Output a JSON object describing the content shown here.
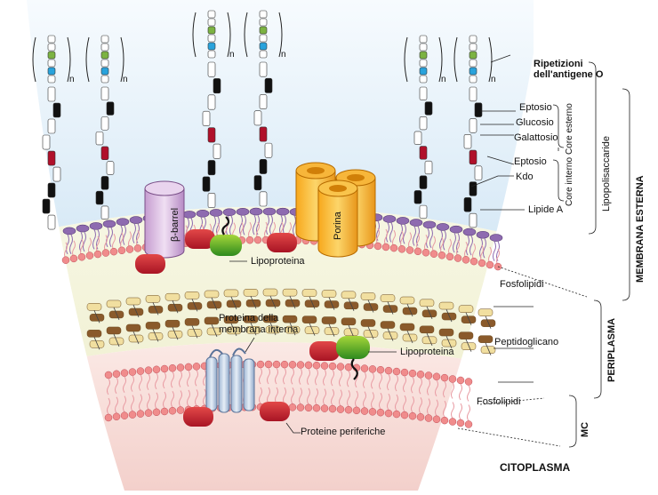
{
  "labels": {
    "o_antigen_repeats": "Ripetizioni dell'antigene O",
    "heptose_outer": "Eptosio",
    "glucose": "Glucosio",
    "galactose": "Galattosio",
    "heptose_inner": "Eptosio",
    "kdo": "Kdo",
    "lipid_a": "Lipide A",
    "outer_core": "Core esterno",
    "inner_core": "Core interno",
    "lipopolysaccharide": "Lipopolisaccaride",
    "outer_membrane": "MEMBRANA ESTERNA",
    "beta_barrel": "β-barrel",
    "porin": "Porina",
    "lipoprotein_outer": "Lipoproteina",
    "phospholipids_outer": "Fosfolipidi",
    "peptidoglycan": "Peptidoglicano",
    "periplasm": "PERIPLASMA",
    "inner_membrane_protein": "Proteina della membrana interna",
    "lipoprotein_inner": "Lipoproteina",
    "phospholipids_inner": "Fosfolipidi",
    "mc": "MC",
    "peripheral_proteins": "Proteine periferiche",
    "cytoplasm": "CITOPLASMA",
    "repeat_n": "n"
  },
  "colors": {
    "lps_green": "#7cb342",
    "lps_blue": "#29a3dc",
    "lps_black": "#111111",
    "lps_red": "#b0102a",
    "outer_bg": "#e3eff8",
    "periplasm_bg": "#f4f4df",
    "cytoplasm_bg": "#f6dedb",
    "head_pink": "#f08c8c",
    "tail_pink": "#e89aa2",
    "lipid_a_head": "#8e6bb0",
    "porin": "#f3b52a",
    "beta_barrel": "#d8b8e0",
    "peptido_tan": "#f1dfa0",
    "peptido_brown": "#8a5a2b"
  }
}
